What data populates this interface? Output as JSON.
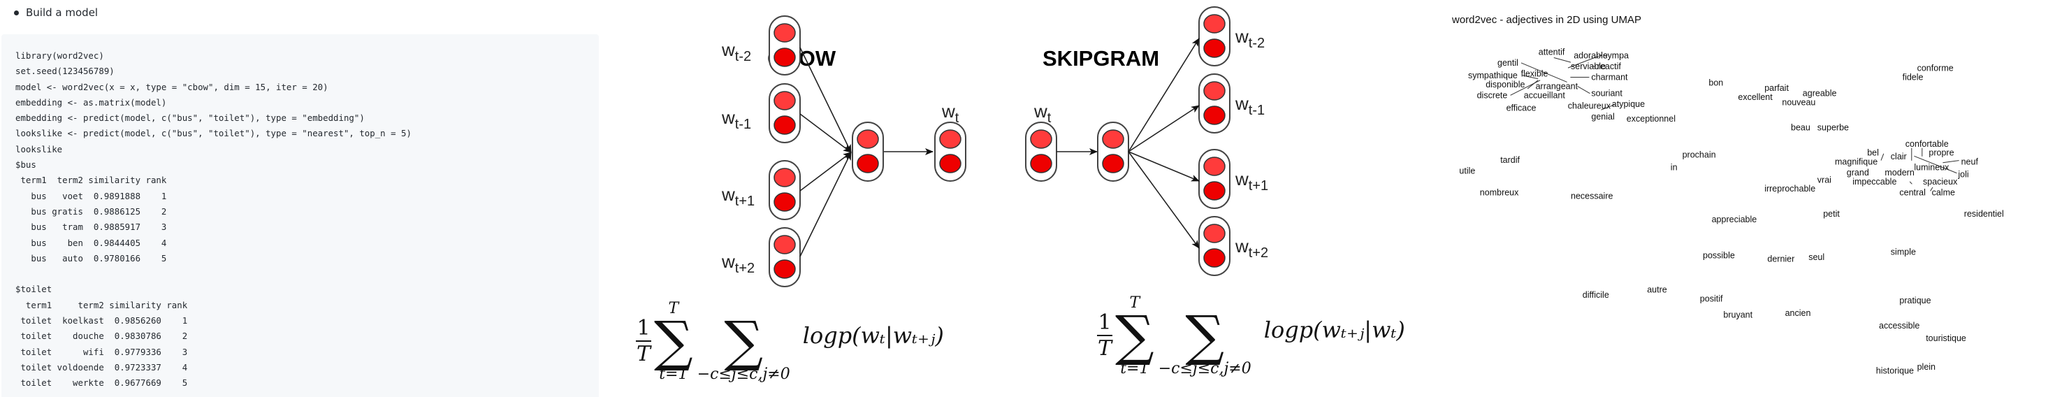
{
  "section": {
    "bullet_label": "Build a model"
  },
  "code": {
    "lines": [
      "library(word2vec)",
      "set.seed(123456789)",
      "model <- word2vec(x = x, type = \"cbow\", dim = 15, iter = 20)",
      "embedding <- as.matrix(model)",
      "embedding <- predict(model, c(\"bus\", \"toilet\"), type = \"embedding\")",
      "lookslike <- predict(model, c(\"bus\", \"toilet\"), type = \"nearest\", top_n = 5)",
      "lookslike",
      "$bus",
      " term1  term2 similarity rank",
      "   bus   voet  0.9891888    1",
      "   bus gratis  0.9886125    2",
      "   bus   tram  0.9885917    3",
      "   bus    ben  0.9844405    4",
      "   bus   auto  0.9780166    5",
      "",
      "$toilet",
      "  term1     term2 similarity rank",
      " toilet  koelkast  0.9856260    1",
      " toilet    douche  0.9830786    2",
      " toilet      wifi  0.9779336    3",
      " toilet voldoende  0.9723337    4",
      " toilet    werkte  0.9677669    5"
    ],
    "results": {
      "bus": {
        "columns": [
          "term1",
          "term2",
          "similarity",
          "rank"
        ],
        "rows": [
          [
            "bus",
            "voet",
            "0.9891888",
            "1"
          ],
          [
            "bus",
            "gratis",
            "0.9886125",
            "2"
          ],
          [
            "bus",
            "tram",
            "0.9885917",
            "3"
          ],
          [
            "bus",
            "ben",
            "0.9844405",
            "4"
          ],
          [
            "bus",
            "auto",
            "0.9780166",
            "5"
          ]
        ]
      },
      "toilet": {
        "columns": [
          "term1",
          "term2",
          "similarity",
          "rank"
        ],
        "rows": [
          [
            "toilet",
            "koelkast",
            "0.9856260",
            "1"
          ],
          [
            "toilet",
            "douche",
            "0.9830786",
            "2"
          ],
          [
            "toilet",
            "wifi",
            "0.9779336",
            "3"
          ],
          [
            "toilet",
            "voldoende",
            "0.9723337",
            "4"
          ],
          [
            "toilet",
            "werkte",
            "0.9677669",
            "5"
          ]
        ]
      }
    }
  },
  "diagram": {
    "cbow": {
      "title": "CBOW",
      "inputs": [
        {
          "base": "w",
          "sub": "t-2"
        },
        {
          "base": "w",
          "sub": "t-1"
        },
        {
          "base": "w",
          "sub": "t+1"
        },
        {
          "base": "w",
          "sub": "t+2"
        }
      ],
      "output": {
        "base": "w",
        "sub": "t"
      },
      "formula": {
        "frac_num": "1",
        "frac_den": "T",
        "sum1_top": "T",
        "sum1_bottom": "t=1",
        "sum2_bottom": "−c≤j≤c,j≠0",
        "term": "logp(wₜ|wₜ₊ⱼ)"
      }
    },
    "skipgram": {
      "title": "SKIPGRAM",
      "input": {
        "base": "w",
        "sub": "t"
      },
      "outputs": [
        {
          "base": "w",
          "sub": "t-2"
        },
        {
          "base": "w",
          "sub": "t-1"
        },
        {
          "base": "w",
          "sub": "t+1"
        },
        {
          "base": "w",
          "sub": "t+2"
        }
      ],
      "formula": {
        "frac_num": "1",
        "frac_den": "T",
        "sum1_top": "T",
        "sum1_bottom": "t=1",
        "sum2_bottom": "−c≤j≤c,j≠0",
        "term": "logp(wₜ₊ⱼ|wₜ)"
      }
    },
    "colors": {
      "node_top": "#ff3b3b",
      "node_bottom": "#ee0000",
      "node_stroke": "#333333"
    }
  },
  "chart_data": {
    "type": "scatter",
    "title": "word2vec - adjectives in 2D using UMAP",
    "xlabel": "",
    "ylabel": "",
    "grid": false,
    "axes_visible": false,
    "xlim": [
      0,
      100
    ],
    "ylim": [
      0,
      100
    ],
    "note": "Text-label scatter (ggrepel style); coordinates estimated in arbitrary normalized UMAP units, y increasing upward",
    "points": [
      {
        "label": "attentif",
        "x": 14.5,
        "y": 93.5
      },
      {
        "label": "adorable",
        "x": 20.5,
        "y": 92.5
      },
      {
        "label": "sympa",
        "x": 25.5,
        "y": 92.5
      },
      {
        "label": "gentil",
        "x": 7.5,
        "y": 90.5
      },
      {
        "label": "serviable",
        "x": 20.0,
        "y": 89.5
      },
      {
        "label": "reactif",
        "x": 24.5,
        "y": 89.5
      },
      {
        "label": "sympathique",
        "x": 2.5,
        "y": 87.0
      },
      {
        "label": "flexible",
        "x": 11.5,
        "y": 87.5
      },
      {
        "label": "charmant",
        "x": 23.5,
        "y": 86.5
      },
      {
        "label": "disponible",
        "x": 5.5,
        "y": 84.5
      },
      {
        "label": "arrangeant",
        "x": 14.0,
        "y": 84.0
      },
      {
        "label": "discrete",
        "x": 4.0,
        "y": 81.5
      },
      {
        "label": "accueillant",
        "x": 12.0,
        "y": 81.5
      },
      {
        "label": "souriant",
        "x": 23.5,
        "y": 82.0
      },
      {
        "label": "efficace",
        "x": 9.0,
        "y": 78.0
      },
      {
        "label": "chaleureux",
        "x": 19.5,
        "y": 78.5
      },
      {
        "label": "atypique",
        "x": 27.0,
        "y": 79.0
      },
      {
        "label": "genial",
        "x": 23.5,
        "y": 75.5
      },
      {
        "label": "exceptionnel",
        "x": 29.5,
        "y": 75.0
      },
      {
        "label": "bon",
        "x": 43.5,
        "y": 85.0
      },
      {
        "label": "excellent",
        "x": 48.5,
        "y": 81.0
      },
      {
        "label": "parfait",
        "x": 53.0,
        "y": 83.5
      },
      {
        "label": "agreable",
        "x": 59.5,
        "y": 82.0
      },
      {
        "label": "nouveau",
        "x": 56.0,
        "y": 79.5
      },
      {
        "label": "conforme",
        "x": 79.0,
        "y": 89.0
      },
      {
        "label": "fidele",
        "x": 76.5,
        "y": 86.5
      },
      {
        "label": "beau",
        "x": 57.5,
        "y": 72.5
      },
      {
        "label": "superbe",
        "x": 62.0,
        "y": 72.5
      },
      {
        "label": "confortable",
        "x": 77.0,
        "y": 68.0
      },
      {
        "label": "bel",
        "x": 70.5,
        "y": 65.5
      },
      {
        "label": "clair",
        "x": 74.5,
        "y": 64.5
      },
      {
        "label": "propre",
        "x": 81.0,
        "y": 65.5
      },
      {
        "label": "magnifique",
        "x": 65.0,
        "y": 63.0
      },
      {
        "label": "neuf",
        "x": 86.5,
        "y": 63.0
      },
      {
        "label": "lumineux",
        "x": 78.5,
        "y": 61.5
      },
      {
        "label": "joli",
        "x": 86.0,
        "y": 59.5
      },
      {
        "label": "grand",
        "x": 67.0,
        "y": 60.0
      },
      {
        "label": "modern",
        "x": 73.5,
        "y": 60.0
      },
      {
        "label": "vrai",
        "x": 62.0,
        "y": 58.0
      },
      {
        "label": "impeccable",
        "x": 68.0,
        "y": 57.5
      },
      {
        "label": "spacieux",
        "x": 80.0,
        "y": 57.5
      },
      {
        "label": "irreprochable",
        "x": 53.0,
        "y": 55.5
      },
      {
        "label": "central",
        "x": 76.0,
        "y": 54.5
      },
      {
        "label": "calme",
        "x": 81.5,
        "y": 54.5
      },
      {
        "label": "petit",
        "x": 63.0,
        "y": 48.5
      },
      {
        "label": "residentiel",
        "x": 87.0,
        "y": 48.5
      },
      {
        "label": "prochain",
        "x": 39.0,
        "y": 65.0
      },
      {
        "label": "in",
        "x": 37.0,
        "y": 61.5
      },
      {
        "label": "tardif",
        "x": 8.0,
        "y": 63.5
      },
      {
        "label": "utile",
        "x": 1.0,
        "y": 60.5
      },
      {
        "label": "nombreux",
        "x": 4.5,
        "y": 54.5
      },
      {
        "label": "necessaire",
        "x": 20.0,
        "y": 53.5
      },
      {
        "label": "appreciable",
        "x": 44.0,
        "y": 47.0
      },
      {
        "label": "possible",
        "x": 42.5,
        "y": 37.0
      },
      {
        "label": "dernier",
        "x": 53.5,
        "y": 36.0
      },
      {
        "label": "seul",
        "x": 60.5,
        "y": 36.5
      },
      {
        "label": "simple",
        "x": 74.5,
        "y": 38.0
      },
      {
        "label": "difficile",
        "x": 22.0,
        "y": 26.0
      },
      {
        "label": "autre",
        "x": 33.0,
        "y": 27.5
      },
      {
        "label": "positif",
        "x": 42.0,
        "y": 25.0
      },
      {
        "label": "pratique",
        "x": 76.0,
        "y": 24.5
      },
      {
        "label": "bruyant",
        "x": 46.0,
        "y": 20.5
      },
      {
        "label": "ancien",
        "x": 56.5,
        "y": 21.0
      },
      {
        "label": "accessible",
        "x": 72.5,
        "y": 17.5
      },
      {
        "label": "touristique",
        "x": 80.5,
        "y": 14.0
      },
      {
        "label": "historique",
        "x": 72.0,
        "y": 5.0
      },
      {
        "label": "plein",
        "x": 79.0,
        "y": 6.0
      }
    ]
  }
}
